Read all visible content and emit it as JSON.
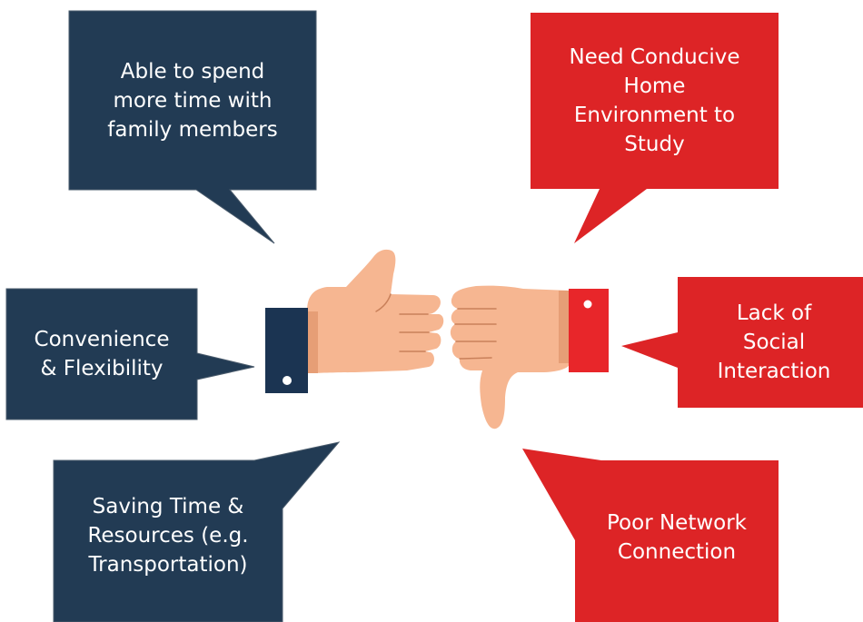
{
  "colors": {
    "pro": "#223b54",
    "con": "#dd2426",
    "skin": "#f6b691",
    "skin_shadow": "#e69e76",
    "skin_line": "#c9805a",
    "pro_cuff": "#1b3452",
    "con_cuff": "#e8262a",
    "bubble_border": "#4a5b6c"
  },
  "pros": [
    {
      "id": "family",
      "lines": [
        "Able to spend",
        "more time with",
        "family members"
      ]
    },
    {
      "id": "convenience",
      "lines": [
        "Convenience",
        "& Flexibility"
      ]
    },
    {
      "id": "saving",
      "lines": [
        "Saving Time &",
        "Resources (e.g.",
        "Transportation)"
      ]
    }
  ],
  "cons": [
    {
      "id": "environment",
      "lines": [
        "Need Conducive",
        "Home",
        "Environment to",
        "Study"
      ]
    },
    {
      "id": "social",
      "lines": [
        "Lack of",
        "Social",
        "Interaction"
      ]
    },
    {
      "id": "network",
      "lines": [
        "Poor Network",
        "Connection"
      ]
    }
  ],
  "icons": {
    "pro_hand": "thumbs-up-icon",
    "con_hand": "thumbs-down-icon"
  }
}
